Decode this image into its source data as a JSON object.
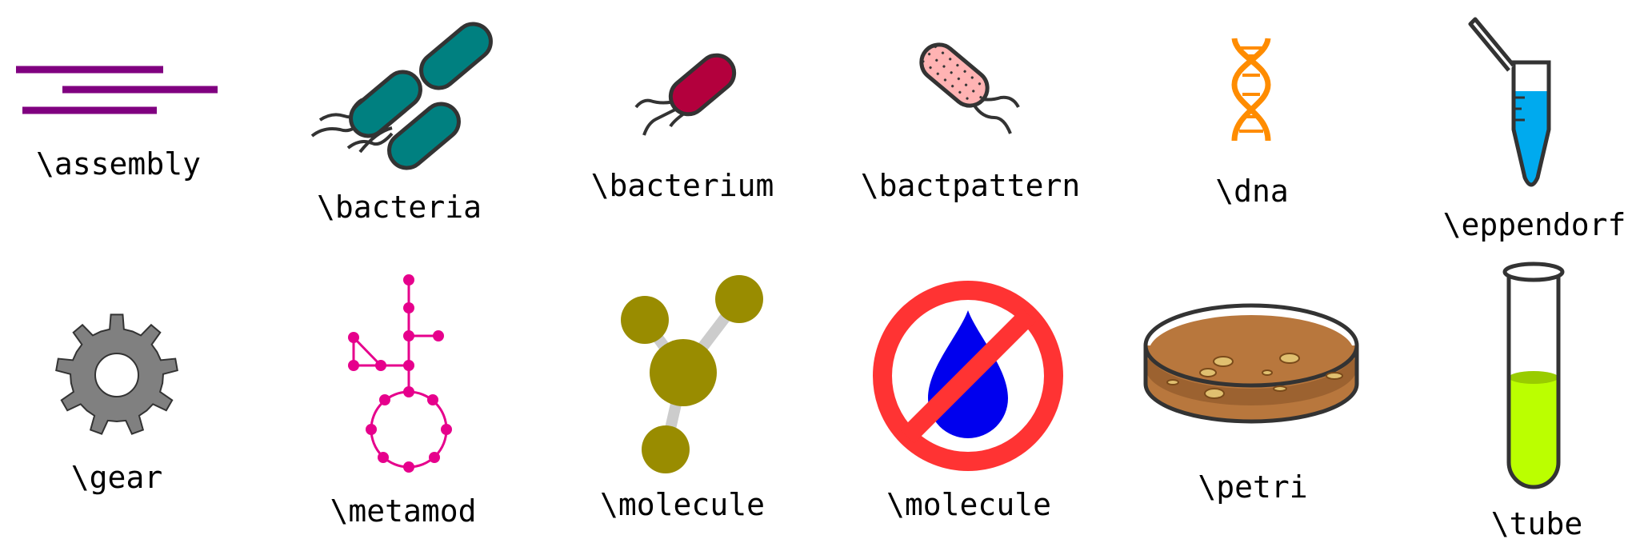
{
  "icons": [
    {
      "name": "assembly",
      "label": "\\assembly",
      "color": "#800080"
    },
    {
      "name": "bacteria",
      "label": "\\bacteria",
      "color": "#008080"
    },
    {
      "name": "bacterium",
      "label": "\\bacterium",
      "color": "#b3003d"
    },
    {
      "name": "bactpattern",
      "label": "\\bactpattern",
      "color": "#ffb3b3"
    },
    {
      "name": "dna",
      "label": "\\dna",
      "color": "#ff8c00"
    },
    {
      "name": "eppendorf",
      "label": "\\eppendorf",
      "color": "#00aaee"
    },
    {
      "name": "gear",
      "label": "\\gear",
      "color": "#808080"
    },
    {
      "name": "metamod",
      "label": "\\metamod",
      "color": "#e6008c"
    },
    {
      "name": "molecule",
      "label": "\\molecule",
      "color": "#998c00"
    },
    {
      "name": "no-water",
      "label": "\\molecule",
      "color": "#ff3333"
    },
    {
      "name": "petri",
      "label": "\\petri",
      "color": "#b8773d"
    },
    {
      "name": "tube",
      "label": "\\tube",
      "color": "#bbff00"
    }
  ]
}
